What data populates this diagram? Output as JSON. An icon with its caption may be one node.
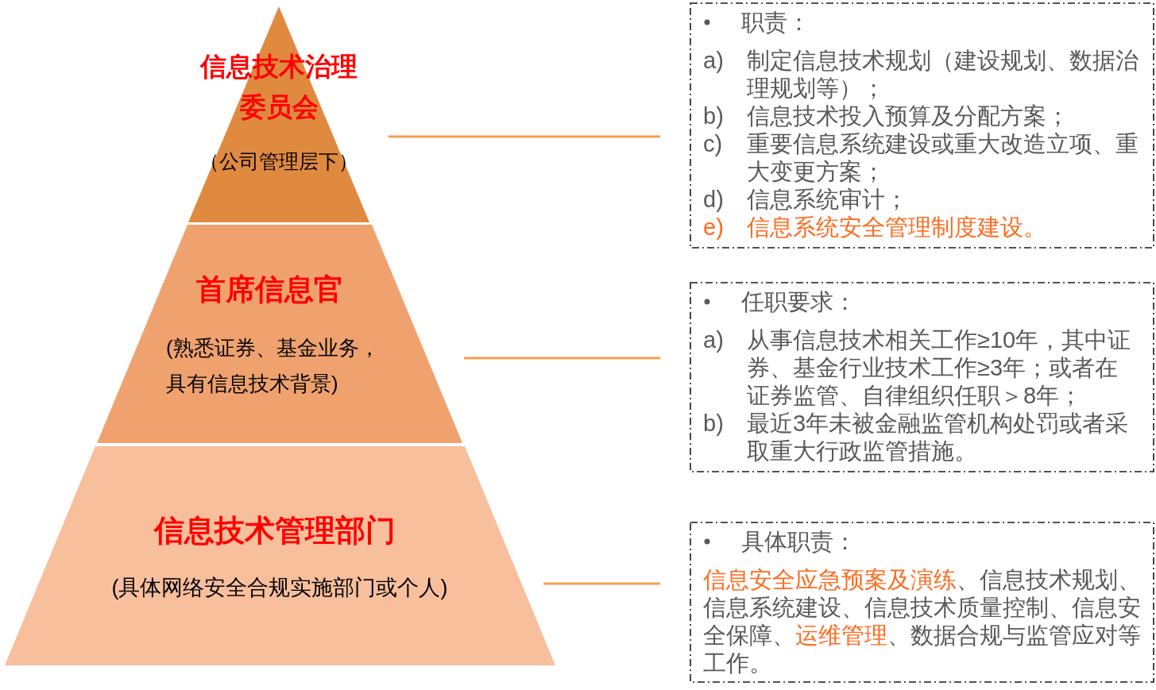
{
  "diagram": {
    "nodes": [
      {
        "text": [
          "信息技术治理委员会",
          "（公司管理层下）"
        ]
      },
      {
        "text": [
          "首席信息官",
          "(熟悉证券、基金业务，具有信息技术背景)"
        ]
      },
      {
        "text": [
          "信息技术管理部门",
          "(具体网络安全合规实施部门或个人)"
        ]
      },
      {
        "text": [
          "职责：",
          "a)",
          "制定信息技术规划（建设规划、数据治理规划等）；",
          "b)",
          "信息技术投入预算及分配方案；",
          "c)",
          "重要信息系统建设或重大改造立项、重大变更方案；",
          "d)",
          "信息系统审计；",
          "e)",
          "信息系统安全管理制度建设。"
        ]
      },
      {
        "text": [
          "任职要求：",
          "a)",
          "从事信息技术相关工作≥10年，其中证券、基金行业技术工作≥3年；或者在证券监管、自律组织任职＞8年；",
          "b)",
          "最近3年未被金融监管机构处罚或者采取重大行政监管措施。"
        ]
      },
      {
        "text": [
          "具体职责：",
          "信息安全应急预案及演练",
          "、信息技术规划、信息系统建设、信息技术质量控制、信息安全保障、",
          "运维管理",
          "、数据合规与监管应对等工作。"
        ]
      }
    ],
    "edges": [
      {
        "from": 0,
        "to": 3,
        "arrow": "none"
      },
      {
        "from": 1,
        "to": 4,
        "arrow": "none"
      },
      {
        "from": 2,
        "to": 5,
        "arrow": "none"
      }
    ]
  }
}
